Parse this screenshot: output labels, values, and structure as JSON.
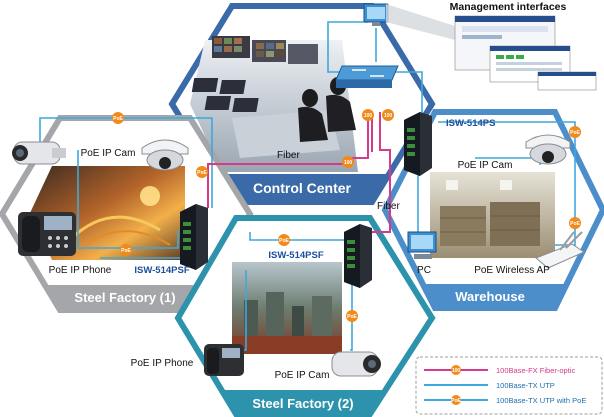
{
  "colors": {
    "fiber": "#d63a8a",
    "utp": "#3fa8dc",
    "poe_badge": "#f08a1a",
    "hex_gray": "#a4a6a9",
    "hex_blue": "#4b8ec9",
    "hex_teal": "#2d93ad",
    "hex_navy": "#3a6aa8",
    "device_blue": "#1b4f9c"
  },
  "title": "Management interfaces",
  "zones": {
    "control_center": "Control Center",
    "steel_factory_1": "Steel Factory (1)",
    "steel_factory_2": "Steel Factory (2)",
    "warehouse": "Warehouse"
  },
  "devices": {
    "isw_514ps": "ISW-514PS",
    "isw_514psf_1": "ISW-514PSF",
    "isw_514psf_2": "ISW-514PSF",
    "cam_factory1": "PoE IP Cam",
    "phone_factory1": "PoE IP Phone",
    "cam_warehouse": "PoE IP Cam",
    "pc": "PC",
    "wireless_ap": "PoE Wireless AP",
    "phone_factory2": "PoE IP Phone",
    "cam_factory2": "PoE IP Cam"
  },
  "links": {
    "fiber_left": "Fiber",
    "fiber_right": "Fiber"
  },
  "badges": {
    "poe": "PoE",
    "speed": "100"
  },
  "legend": {
    "items": [
      {
        "label": "100Base-FX Fiber-optic",
        "badge": "100",
        "color": "#d63a8a"
      },
      {
        "label": "100Base-TX UTP",
        "badge": "",
        "color": "#3fa8dc"
      },
      {
        "label": "100Base-TX UTP with PoE",
        "badge": "PoE",
        "color": "#3fa8dc"
      }
    ]
  }
}
